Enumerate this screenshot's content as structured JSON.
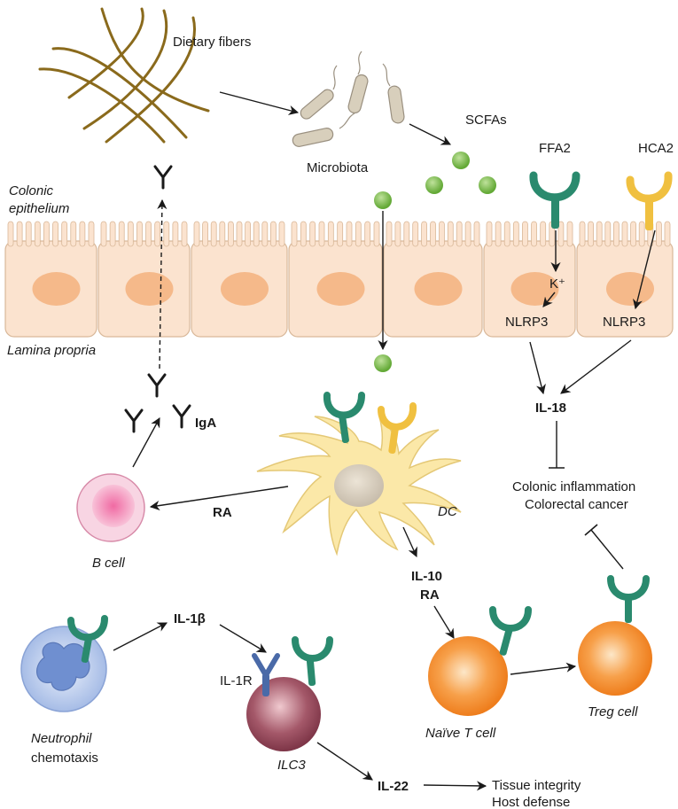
{
  "labels": {
    "dietary_fibers": "Dietary fibers",
    "microbiota": "Microbiota",
    "scfas": "SCFAs",
    "ffa2": "FFA2",
    "hca2": "HCA2",
    "colonic_epithelium_1": "Colonic",
    "colonic_epithelium_2": "epithelium",
    "lamina_propria": "Lamina propria",
    "k_plus": "K⁺",
    "nlrp3_ffa2": "NLRP3",
    "nlrp3_hca2": "NLRP3",
    "il18": "IL-18",
    "iga": "IgA",
    "ra_b": "RA",
    "b_cell": "B cell",
    "dc": "DC",
    "il10": "IL-10",
    "ra_t": "RA",
    "colonic_inflammation": "Colonic inflammation",
    "colorectal_cancer": "Colorectal cancer",
    "il1b": "IL-1β",
    "il1r": "IL-1R",
    "neutrophil_1": "Neutrophil",
    "neutrophil_2": "chemotaxis",
    "ilc3": "ILC3",
    "naive_t_cell": "Naïve T cell",
    "treg_cell": "Treg cell",
    "il22": "IL-22",
    "tissue_integrity": "Tissue integrity",
    "host_defense": "Host defense"
  },
  "colors": {
    "fiber": "#8a6a1c",
    "scfa": "#7dbb47",
    "receptor_green": "#2a8a6e",
    "receptor_yellow": "#f0c040",
    "epithelium": "#fbe3cf",
    "nucleus": "#f5b98a",
    "dc_body": "#fbe8a8",
    "b_cell": "#f4a8c6",
    "t_cell": "#f28a2e",
    "neutrophil": "#a9bfe8",
    "ilc3": "#9a4a5e",
    "il1r": "#4a6aa8"
  }
}
